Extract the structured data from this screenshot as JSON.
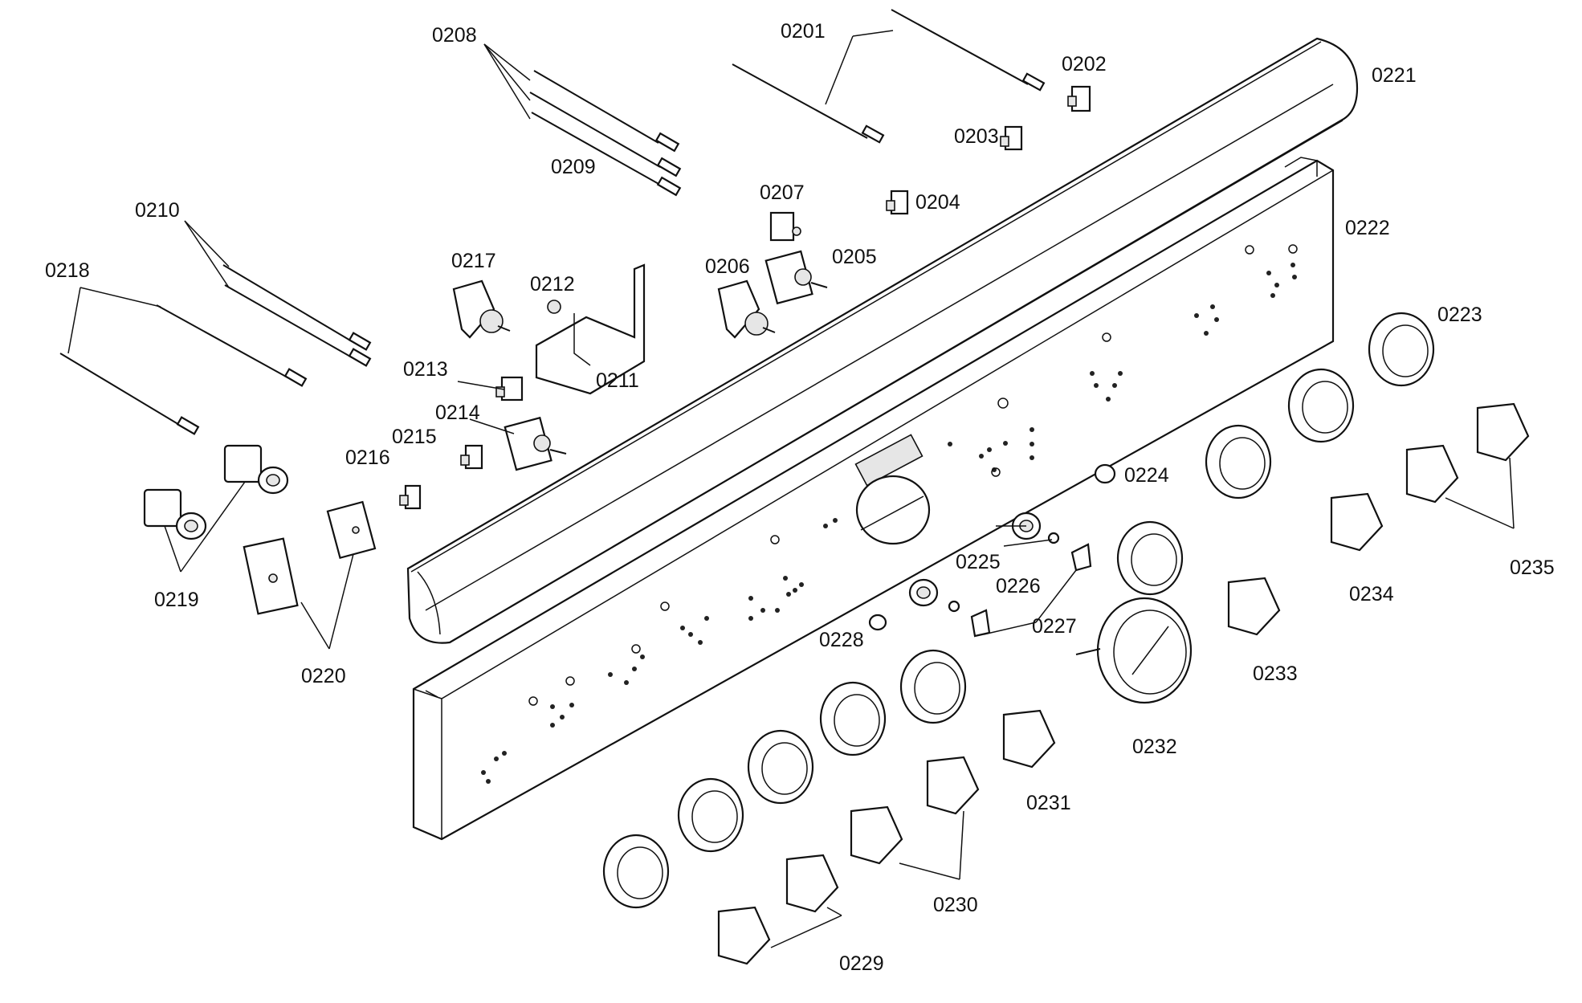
{
  "diagram": {
    "part_numbers": {
      "p0201": "0201",
      "p0202": "0202",
      "p0203": "0203",
      "p0204": "0204",
      "p0205": "0205",
      "p0206": "0206",
      "p0207": "0207",
      "p0208": "0208",
      "p0209": "0209",
      "p0210": "0210",
      "p0211": "0211",
      "p0212": "0212",
      "p0213": "0213",
      "p0214": "0214",
      "p0215": "0215",
      "p0216": "0216",
      "p0217": "0217",
      "p0218": "0218",
      "p0219": "0219",
      "p0220": "0220",
      "p0221": "0221",
      "p0222": "0222",
      "p0223": "0223",
      "p0224": "0224",
      "p0225": "0225",
      "p0226": "0226",
      "p0227": "0227",
      "p0228": "0228",
      "p0229": "0229",
      "p0230": "0230",
      "p0231": "0231",
      "p0232": "0232",
      "p0233": "0233",
      "p0234": "0234",
      "p0235": "0235"
    }
  }
}
